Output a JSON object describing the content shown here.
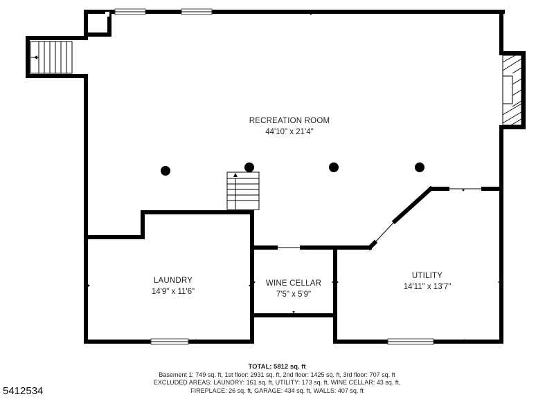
{
  "rooms": {
    "recreation": {
      "name": "RECREATION ROOM",
      "dims": "44'10\" x 21'4\""
    },
    "laundry": {
      "name": "LAUNDRY",
      "dims": "14'9\" x 11'6\""
    },
    "wine_cellar": {
      "name": "WINE CELLAR",
      "dims": "7'5\" x 5'9\""
    },
    "utility": {
      "name": "UTILITY",
      "dims": "14'11\" x 13'7\""
    }
  },
  "summary": {
    "total": "TOTAL: 5812 sq. ft",
    "line1": "Basement 1: 749 sq. ft, 1st floor: 2931 sq. ft, 2nd floor: 1425 sq. ft, 3rd floor: 707 sq. ft",
    "line2": "EXCLUDED AREAS: LAUNDRY: 161 sq. ft, UTILITY: 173 sq. ft, WINE CELLAR: 43 sq. ft,",
    "line3": "FIREPLACE: 26 sq. ft, GARAGE: 434 sq. ft, WALLS: 407 sq. ft"
  },
  "listing_id": "5412534",
  "colors": {
    "wall": "#000000",
    "background": "#ffffff",
    "text": "#222222"
  }
}
